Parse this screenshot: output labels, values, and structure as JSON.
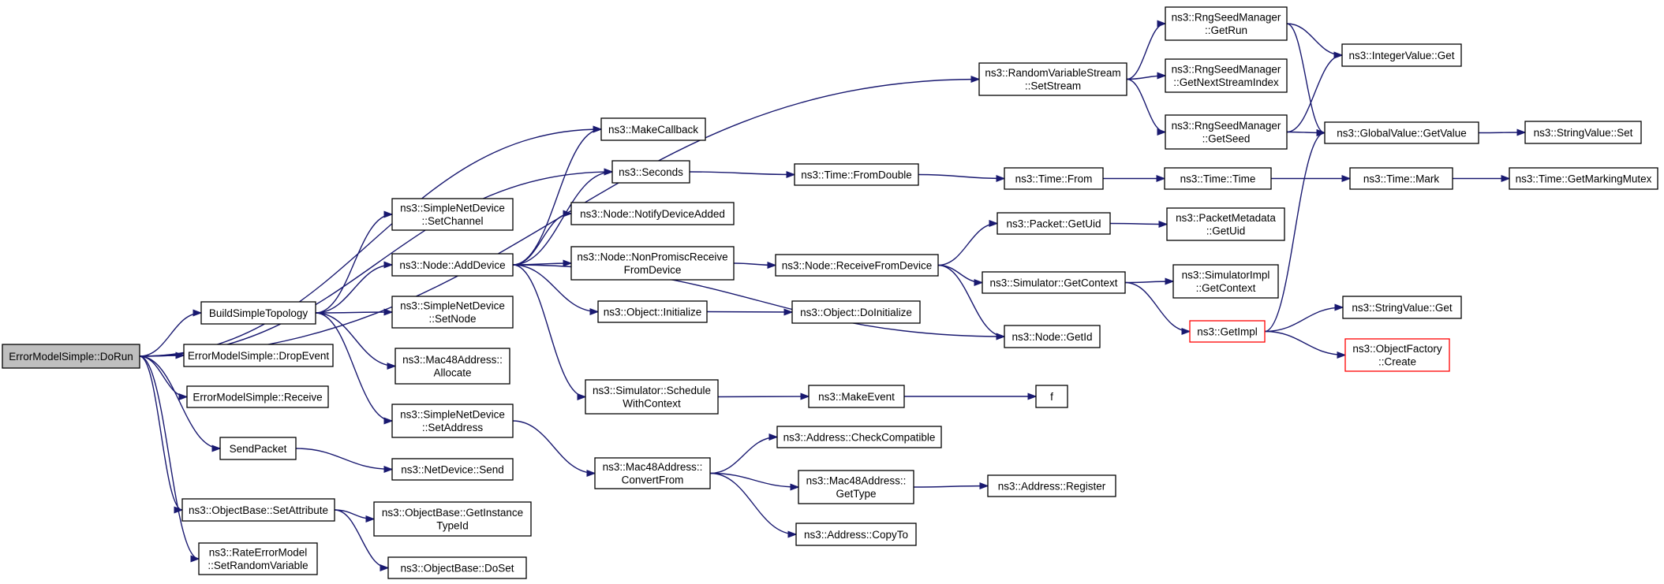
{
  "colors": {
    "edge": "#191970",
    "root_fill": "#bfbfbf",
    "node_border": "#000000",
    "highlight_border": "#ff0000",
    "background": "#ffffff"
  },
  "nodes": [
    {
      "id": "DoRun",
      "lines": [
        "ErrorModelSimple::DoRun"
      ],
      "style": "root"
    },
    {
      "id": "BuildSimpleTopology",
      "lines": [
        "BuildSimpleTopology"
      ]
    },
    {
      "id": "DropEvent",
      "lines": [
        "ErrorModelSimple::DropEvent"
      ]
    },
    {
      "id": "Receive",
      "lines": [
        "ErrorModelSimple::Receive"
      ]
    },
    {
      "id": "SendPacket",
      "lines": [
        "SendPacket"
      ]
    },
    {
      "id": "SetAttribute",
      "lines": [
        "ns3::ObjectBase::SetAttribute"
      ]
    },
    {
      "id": "SetRandomVariable",
      "lines": [
        "ns3::RateErrorModel",
        "::SetRandomVariable"
      ]
    },
    {
      "id": "SetChannel",
      "lines": [
        "ns3::SimpleNetDevice",
        "::SetChannel"
      ]
    },
    {
      "id": "AddDevice",
      "lines": [
        "ns3::Node::AddDevice"
      ]
    },
    {
      "id": "SetNode",
      "lines": [
        "ns3::SimpleNetDevice",
        "::SetNode"
      ]
    },
    {
      "id": "Allocate",
      "lines": [
        "ns3::Mac48Address::",
        "Allocate"
      ]
    },
    {
      "id": "SetAddress",
      "lines": [
        "ns3::SimpleNetDevice",
        "::SetAddress"
      ]
    },
    {
      "id": "NetDeviceSend",
      "lines": [
        "ns3::NetDevice::Send"
      ]
    },
    {
      "id": "GetInstanceTypeId",
      "lines": [
        "ns3::ObjectBase::GetInstance",
        "TypeId"
      ]
    },
    {
      "id": "DoSet",
      "lines": [
        "ns3::ObjectBase::DoSet"
      ]
    },
    {
      "id": "MakeCallback",
      "lines": [
        "ns3::MakeCallback"
      ]
    },
    {
      "id": "Seconds",
      "lines": [
        "ns3::Seconds"
      ]
    },
    {
      "id": "NotifyDeviceAdded",
      "lines": [
        "ns3::Node::NotifyDeviceAdded"
      ]
    },
    {
      "id": "NonPromisc",
      "lines": [
        "ns3::Node::NonPromiscReceive",
        "FromDevice"
      ]
    },
    {
      "id": "Initialize",
      "lines": [
        "ns3::Object::Initialize"
      ]
    },
    {
      "id": "ScheduleWithContext",
      "lines": [
        "ns3::Simulator::Schedule",
        "WithContext"
      ]
    },
    {
      "id": "ConvertFrom",
      "lines": [
        "ns3::Mac48Address::",
        "ConvertFrom"
      ]
    },
    {
      "id": "SetStream",
      "lines": [
        "ns3::RandomVariableStream",
        "::SetStream"
      ]
    },
    {
      "id": "FromDouble",
      "lines": [
        "ns3::Time::FromDouble"
      ]
    },
    {
      "id": "ReceiveFromDevice",
      "lines": [
        "ns3::Node::ReceiveFromDevice"
      ]
    },
    {
      "id": "DoInitialize",
      "lines": [
        "ns3::Object::DoInitialize"
      ]
    },
    {
      "id": "MakeEvent",
      "lines": [
        "ns3::MakeEvent"
      ]
    },
    {
      "id": "CheckCompatible",
      "lines": [
        "ns3::Address::CheckCompatible"
      ]
    },
    {
      "id": "Mac48GetType",
      "lines": [
        "ns3::Mac48Address::",
        "GetType"
      ]
    },
    {
      "id": "CopyTo",
      "lines": [
        "ns3::Address::CopyTo"
      ]
    },
    {
      "id": "GetRun",
      "lines": [
        "ns3::RngSeedManager",
        "::GetRun"
      ]
    },
    {
      "id": "GetNextStreamIndex",
      "lines": [
        "ns3::RngSeedManager",
        "::GetNextStreamIndex"
      ]
    },
    {
      "id": "GetSeed",
      "lines": [
        "ns3::RngSeedManager",
        "::GetSeed"
      ]
    },
    {
      "id": "TimeFrom",
      "lines": [
        "ns3::Time::From"
      ]
    },
    {
      "id": "PacketGetUid",
      "lines": [
        "ns3::Packet::GetUid"
      ]
    },
    {
      "id": "GetContext",
      "lines": [
        "ns3::Simulator::GetContext"
      ]
    },
    {
      "id": "NodeGetId",
      "lines": [
        "ns3::Node::GetId"
      ]
    },
    {
      "id": "f",
      "lines": [
        "f"
      ]
    },
    {
      "id": "AddressRegister",
      "lines": [
        "ns3::Address::Register"
      ]
    },
    {
      "id": "PMGetUid",
      "lines": [
        "ns3::PacketMetadata",
        "::GetUid"
      ]
    },
    {
      "id": "TimeTime",
      "lines": [
        "ns3::Time::Time"
      ]
    },
    {
      "id": "SimImplGetContext",
      "lines": [
        "ns3::SimulatorImpl",
        "::GetContext"
      ]
    },
    {
      "id": "GetImpl",
      "lines": [
        "ns3::GetImpl"
      ],
      "style": "red"
    },
    {
      "id": "IntegerGet",
      "lines": [
        "ns3::IntegerValue::Get"
      ]
    },
    {
      "id": "GlobalGetValue",
      "lines": [
        "ns3::GlobalValue::GetValue"
      ]
    },
    {
      "id": "TimeMark",
      "lines": [
        "ns3::Time::Mark"
      ]
    },
    {
      "id": "StringValueGet",
      "lines": [
        "ns3::StringValue::Get"
      ]
    },
    {
      "id": "ObjectFactoryCreate",
      "lines": [
        "ns3::ObjectFactory",
        "::Create"
      ],
      "style": "red"
    },
    {
      "id": "StringValueSet",
      "lines": [
        "ns3::StringValue::Set"
      ]
    },
    {
      "id": "GetMarkingMutex",
      "lines": [
        "ns3::Time::GetMarkingMutex"
      ]
    }
  ]
}
